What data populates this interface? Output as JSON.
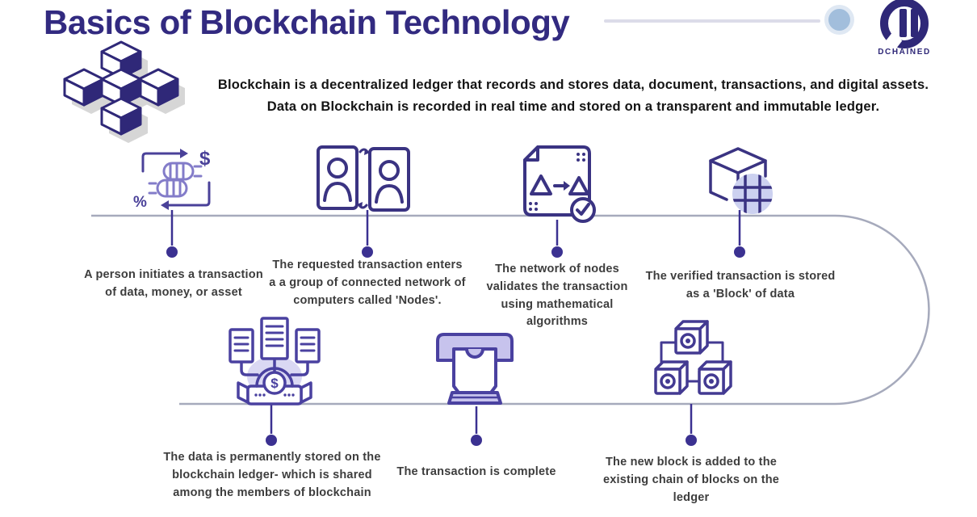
{
  "colors": {
    "indigo": "#322a80",
    "icon_stroke": "#4a4199",
    "light_lavender": "#c9c5ec",
    "timeline_gray": "#a6aabc",
    "node_dot": "#3b3191",
    "accent_blue": "#a2bedc",
    "body_text": "#3d3d3d"
  },
  "header": {
    "title": "Basics of Blockchain Technology",
    "brand": "DCHAINED",
    "logo_icon": "dchained-d-logo",
    "decoration_icon": "blockchain-cubes-cluster-icon"
  },
  "intro": "Blockchain is a decentralized ledger that records and stores data, document, transactions, and digital assets. Data on Blockchain is recorded in real time and stored on a transparent and immutable ledger.",
  "steps_top": [
    {
      "icon": "initiate-transaction-icon",
      "text": "A person initiates a transaction of data, money, or asset"
    },
    {
      "icon": "connected-nodes-cards-icon",
      "text": "The requested transaction enters a a group of connected network of computers called 'Nodes'."
    },
    {
      "icon": "validation-document-icon",
      "text": "The network of nodes validates the transaction using mathematical algorithms"
    },
    {
      "icon": "block-cube-icon",
      "text": "The verified transaction is stored as a 'Block' of data"
    }
  ],
  "steps_bottom": [
    {
      "icon": "ledger-storage-icon",
      "text": "The data is permanently stored on the blockchain ledger- which is shared among the members of blockchain"
    },
    {
      "icon": "transaction-complete-icon",
      "text": "The transaction is complete"
    },
    {
      "icon": "chain-of-blocks-icon",
      "text": "The new block is added to the existing chain of blocks on the ledger"
    }
  ]
}
